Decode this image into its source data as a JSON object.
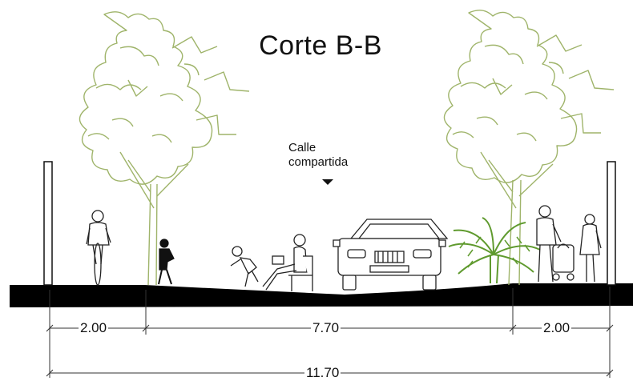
{
  "title": "Corte B-B",
  "callout": {
    "line1": "Calle",
    "line2": "compartida"
  },
  "dimensions": {
    "left_sidewalk": "2.00",
    "street": "7.70",
    "right_sidewalk": "2.00",
    "total": "11.70"
  },
  "colors": {
    "vegetation": "#9fb46a",
    "palm": "#5f9a2e",
    "ground": "#000000",
    "figure_stroke": "#222222"
  }
}
